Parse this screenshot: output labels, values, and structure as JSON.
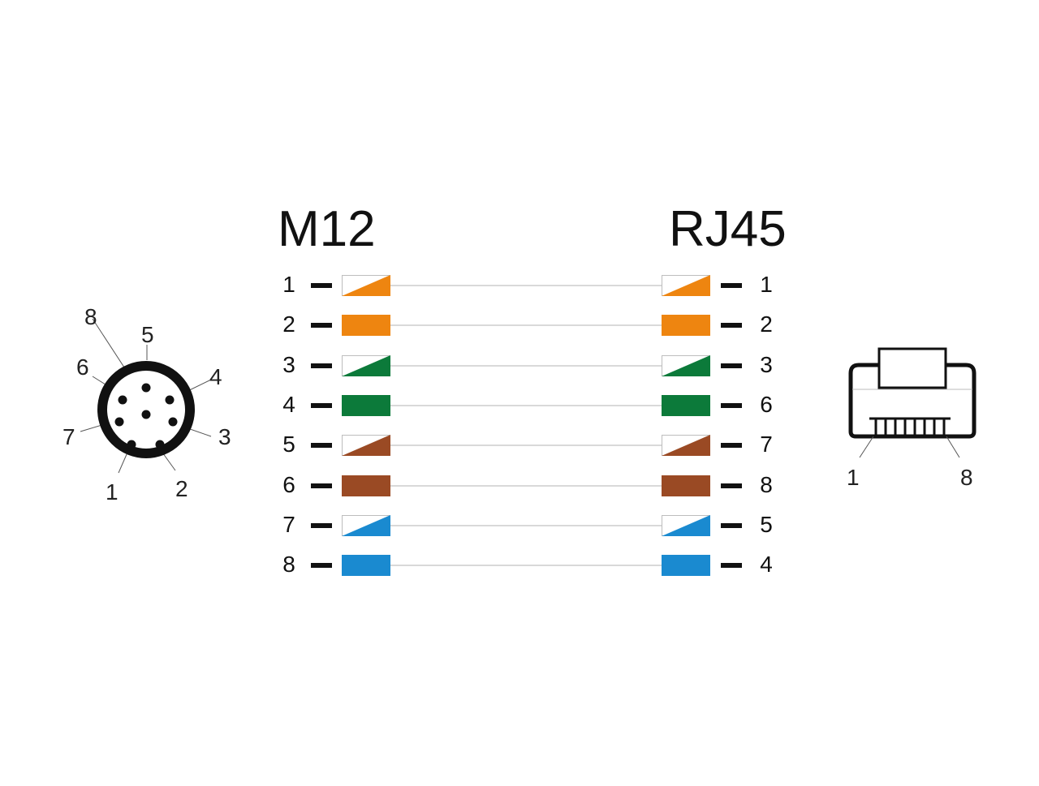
{
  "diagram": {
    "left_title": "M12",
    "right_title": "RJ45",
    "wires": [
      {
        "left_pin": "1",
        "right_pin": "1",
        "color": "#ee8510",
        "style": "striped"
      },
      {
        "left_pin": "2",
        "right_pin": "2",
        "color": "#ee8510",
        "style": "solid"
      },
      {
        "left_pin": "3",
        "right_pin": "3",
        "color": "#0c7a3a",
        "style": "striped"
      },
      {
        "left_pin": "4",
        "right_pin": "6",
        "color": "#0c7a3a",
        "style": "solid"
      },
      {
        "left_pin": "5",
        "right_pin": "7",
        "color": "#9a4a24",
        "style": "striped"
      },
      {
        "left_pin": "6",
        "right_pin": "8",
        "color": "#9a4a24",
        "style": "solid"
      },
      {
        "left_pin": "7",
        "right_pin": "5",
        "color": "#1a8ad0",
        "style": "striped"
      },
      {
        "left_pin": "8",
        "right_pin": "4",
        "color": "#1a8ad0",
        "style": "solid"
      }
    ],
    "m12_pin_labels": [
      "1",
      "2",
      "3",
      "4",
      "5",
      "6",
      "7",
      "8"
    ],
    "rj45_pin_labels": [
      "1",
      "8"
    ]
  }
}
